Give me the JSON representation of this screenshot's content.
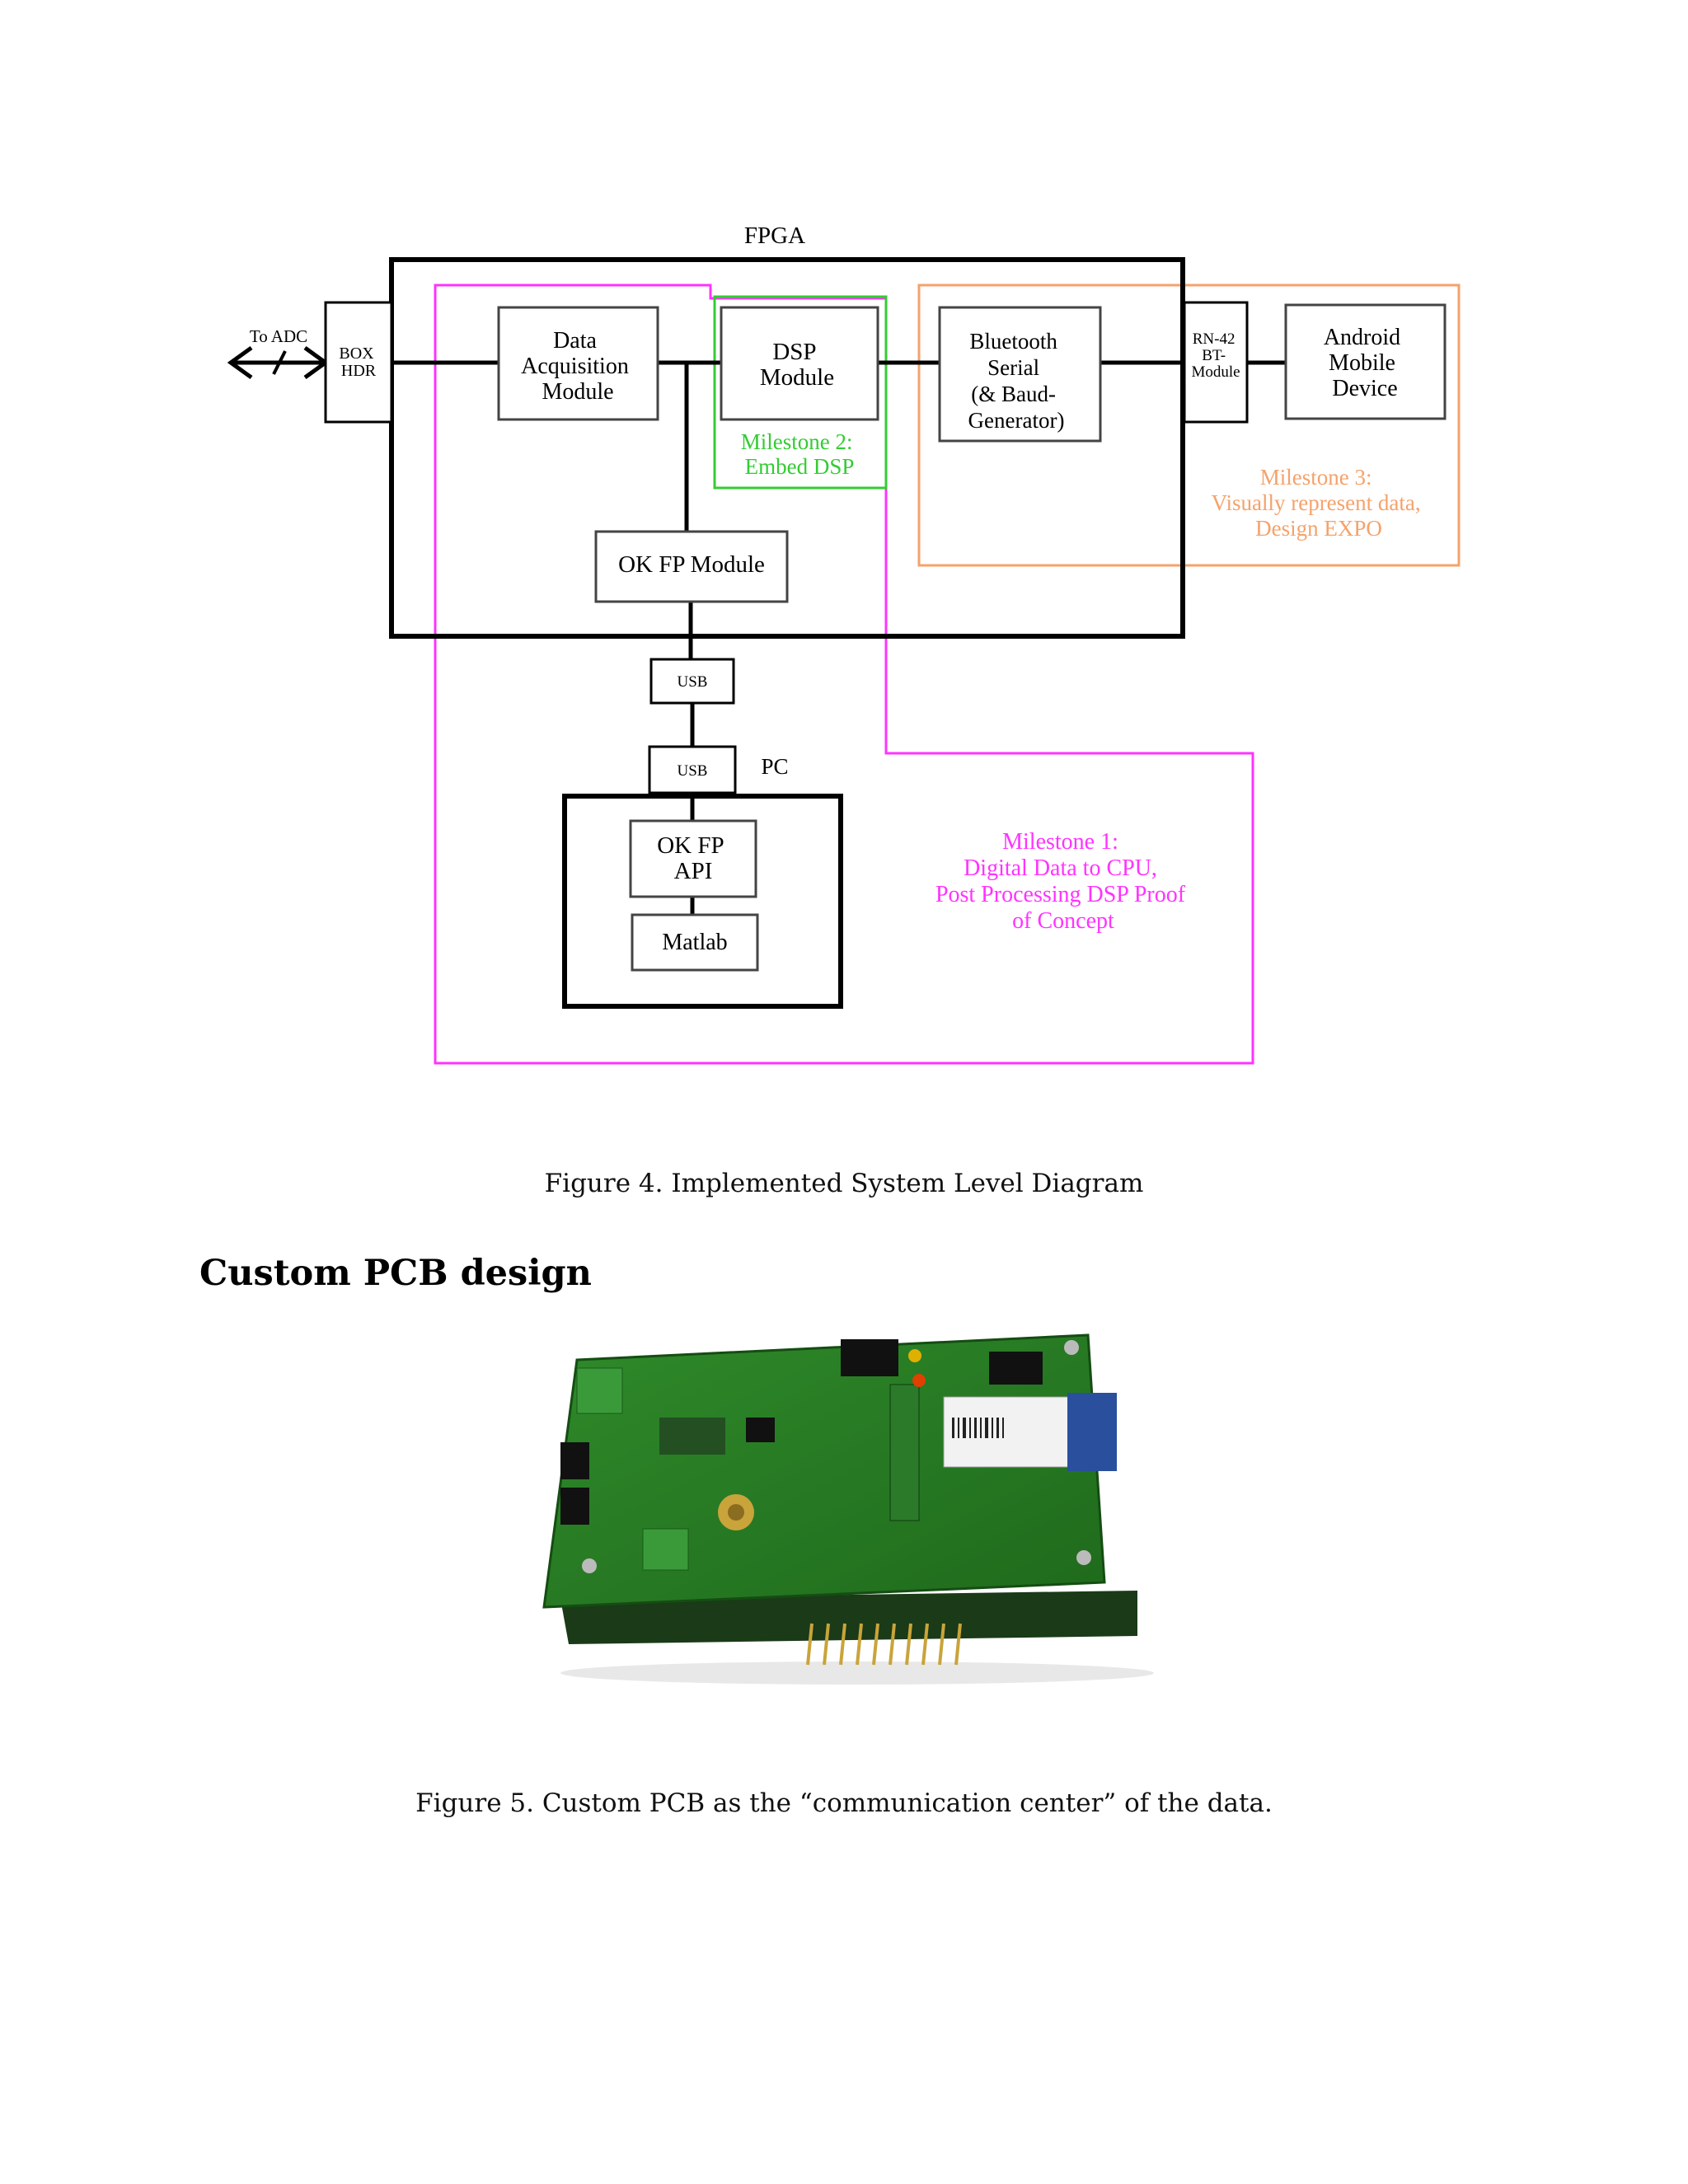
{
  "diagram": {
    "fpga_label": "FPGA",
    "to_adc": "To ADC",
    "box_hdr": [
      "BOX",
      "HDR"
    ],
    "data_acq": [
      "Data",
      "Acquisition",
      "Module"
    ],
    "dsp": [
      "DSP",
      "Module"
    ],
    "bluetooth": [
      "Bluetooth",
      "Serial",
      "(& Baud-",
      "Generator)"
    ],
    "rn42": [
      "RN-42",
      "BT-",
      "Module"
    ],
    "android": [
      "Android",
      "Mobile",
      "Device"
    ],
    "milestone2": [
      "Milestone  2:",
      "Embed DSP"
    ],
    "milestone3": [
      "Milestone  3:",
      "Visually  represent  data,",
      "Design  EXPO"
    ],
    "okfp_module": "OK FP Module",
    "usb_top": "USB",
    "usb_bottom": "USB",
    "pc_label": "PC",
    "okfp_api": [
      "OK FP",
      "API"
    ],
    "matlab": "Matlab",
    "milestone1": [
      "Milestone  1:",
      "Digital  Data to CPU,",
      "Post Processing  DSP Proof",
      "of Concept"
    ],
    "colors": {
      "milestone1": "#ff33ff",
      "milestone2": "#33cc33",
      "milestone3": "#f5a26b"
    }
  },
  "figure4_caption": "Figure 4. Implemented System Level Diagram",
  "section_title": "Custom PCB design",
  "figure5_caption": "Figure 5. Custom PCB as the “communication center” of the data."
}
